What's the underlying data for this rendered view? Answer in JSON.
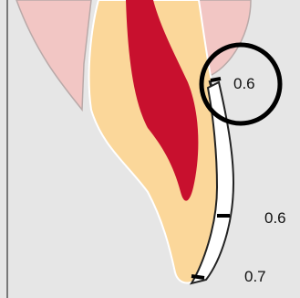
{
  "measurements": [
    {
      "value": "0.6",
      "emphasized": true
    },
    {
      "value": "0.6",
      "emphasized": false
    },
    {
      "value": "0.7",
      "emphasized": false
    }
  ],
  "colors": {
    "background": "#e6e6e6",
    "gingiva": "#f2c6c4",
    "gingiva_outline": "#b9a9a8",
    "tooth": "#fbd79a",
    "pulp": "#c8102e",
    "crown_outline": "#222222",
    "highlight_circle": "#000000"
  }
}
